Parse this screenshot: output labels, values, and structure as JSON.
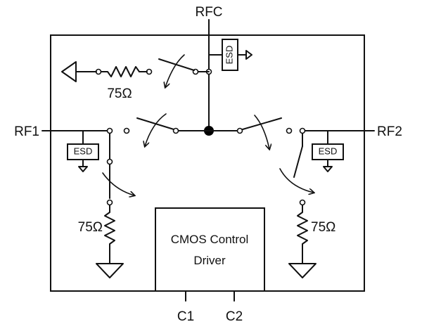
{
  "pins": {
    "rfc": "RFC",
    "rf1": "RF1",
    "rf2": "RF2",
    "c1": "C1",
    "c2": "C2"
  },
  "esd_label": "ESD",
  "resistor_label": "75Ω",
  "driver": {
    "line1": "CMOS Control",
    "line2": "Driver"
  },
  "colors": {
    "line": "#111111",
    "background": "#ffffff"
  },
  "icons": [
    "ground-icon",
    "resistor-icon",
    "switch-icon",
    "arrow-icon"
  ]
}
